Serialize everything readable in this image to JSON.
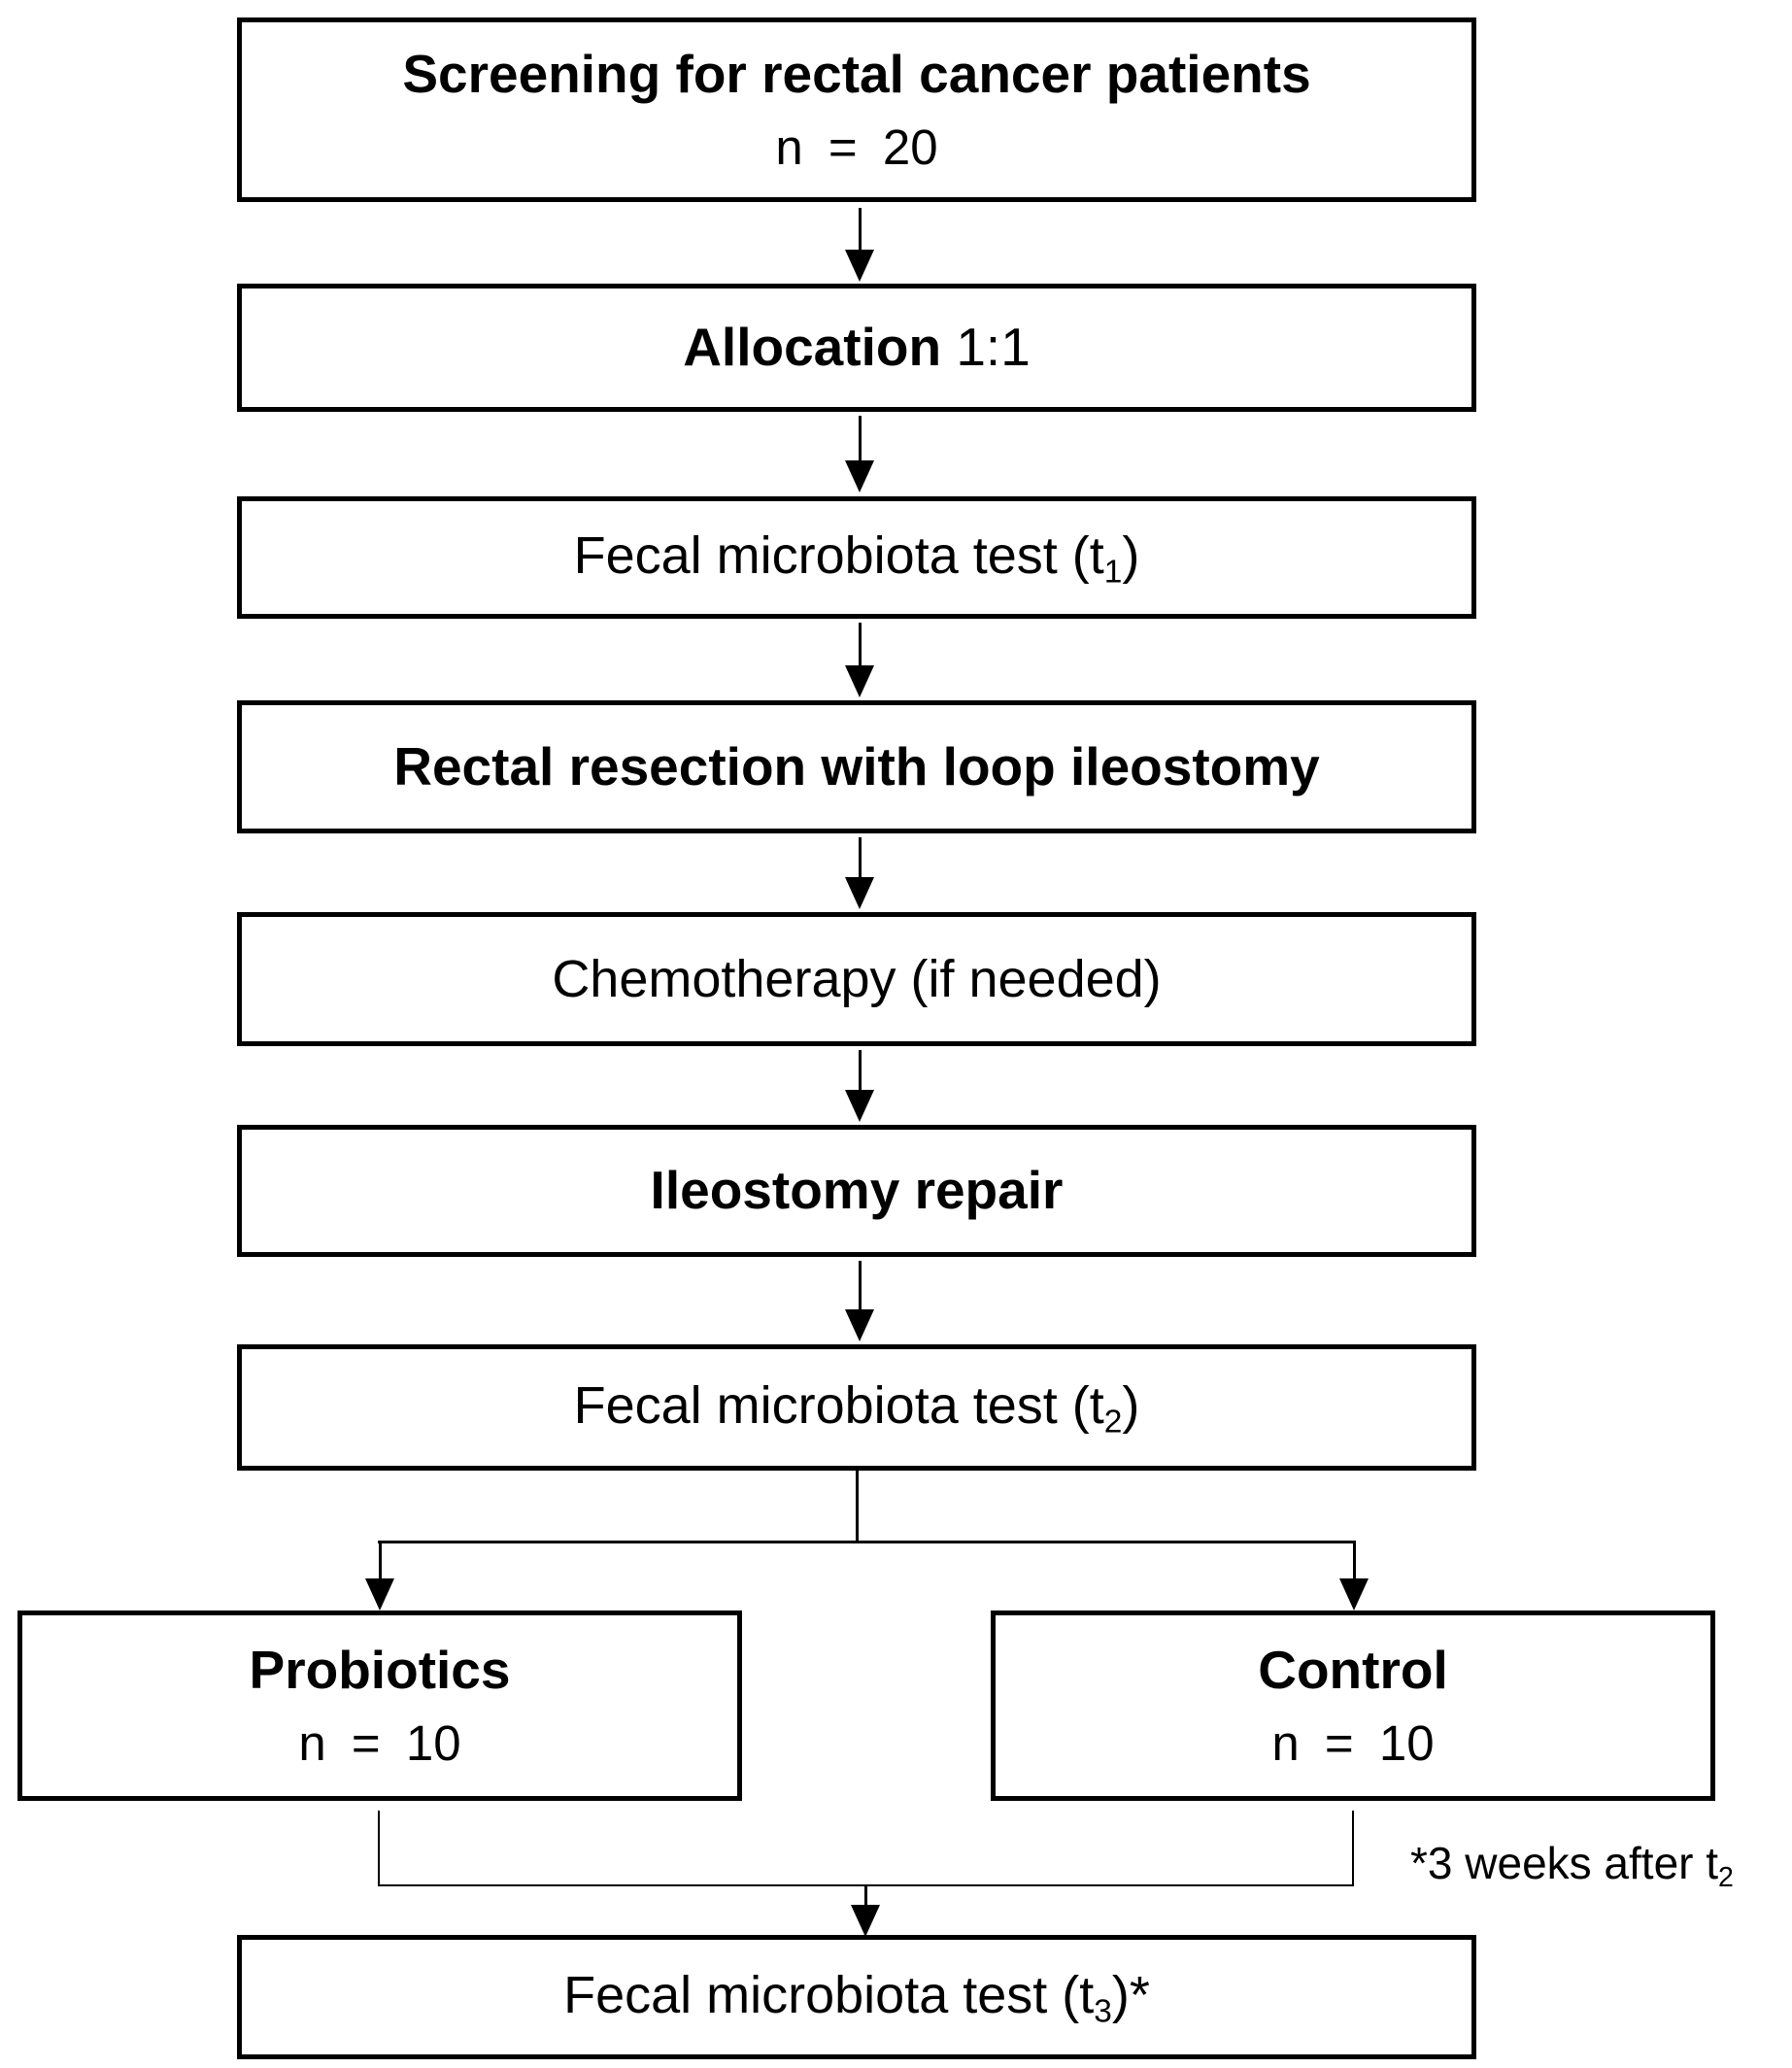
{
  "flowchart": {
    "screening": {
      "title": "Screening for rectal cancer patients",
      "count": "n = 20"
    },
    "allocation": {
      "bold": "Allocation",
      "ratio": "1:1"
    },
    "fecal_test_1": {
      "pre": "Fecal microbiota test (t",
      "sub": "1",
      "post": ")"
    },
    "resection": {
      "label": "Rectal resection with loop ileostomy"
    },
    "chemotherapy": {
      "label": "Chemotherapy (if needed)"
    },
    "ileostomy_repair": {
      "label": "Ileostomy repair"
    },
    "fecal_test_2": {
      "pre": "Fecal microbiota test (t",
      "sub": "2",
      "post": ")"
    },
    "probiotics": {
      "title": "Probiotics",
      "count": "n = 10"
    },
    "control": {
      "title": "Control",
      "count": "n = 10"
    },
    "fecal_test_3": {
      "pre": "Fecal microbiota test (t",
      "sub": "3",
      "post": ")*"
    },
    "note": {
      "pre": "*3 weeks after t",
      "sub": "2"
    },
    "colors": {
      "line": "#000000",
      "background": "#ffffff",
      "text": "#000000"
    }
  }
}
